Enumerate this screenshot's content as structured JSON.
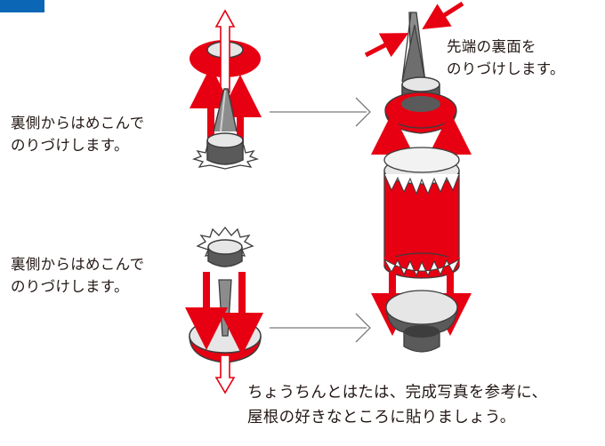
{
  "header": {
    "accent_color": "#0b67b5"
  },
  "labels": {
    "step_top": [
      "裏側からはめこんで",
      "のりづけします。"
    ],
    "step_bottom": [
      "裏側からはめこんで",
      "のりづけします。"
    ],
    "tip": [
      "先端の裏面を",
      "のりづけします。"
    ],
    "finish": [
      "ちょうちんとはたは、完成写真を参考に、",
      "屋根の好きなところに貼りましょう。"
    ]
  },
  "colors": {
    "red": "#e60012",
    "gray": "#8c8c8c",
    "dark": "#3d3d3d",
    "light": "#e0e0e0"
  },
  "icons": [
    "up-arrow-icon",
    "down-arrow-icon",
    "process-arrow-icon",
    "press-arrow-icon"
  ]
}
